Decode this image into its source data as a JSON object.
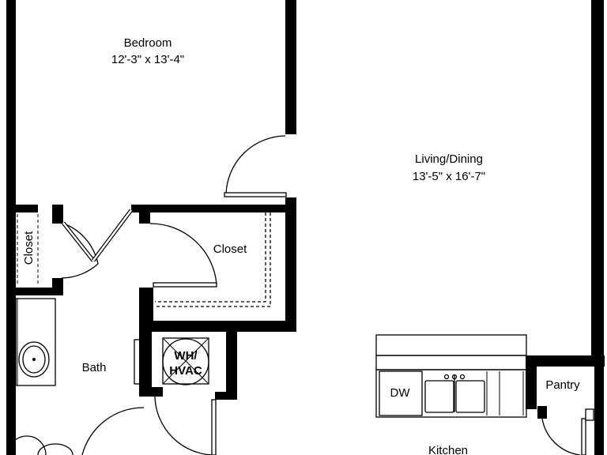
{
  "rooms": {
    "bedroom": {
      "name": "Bedroom",
      "dims": "12'-3\"  x  13'-4\""
    },
    "living": {
      "name": "Living/Dining",
      "dims": "13'-5\" x 16'-7\""
    },
    "closet_left": {
      "name": "Closet"
    },
    "closet_mid": {
      "name": "Closet"
    },
    "bath": {
      "name": "Bath"
    },
    "kitchen": {
      "name": "Kitchen"
    },
    "pantry": {
      "name": "Pantry"
    }
  },
  "fixtures": {
    "wh_hvac_line1": "WH/",
    "wh_hvac_line2": "HVAC",
    "dishwasher": "DW"
  },
  "colors": {
    "wall": "#000000",
    "background": "#ffffff"
  }
}
